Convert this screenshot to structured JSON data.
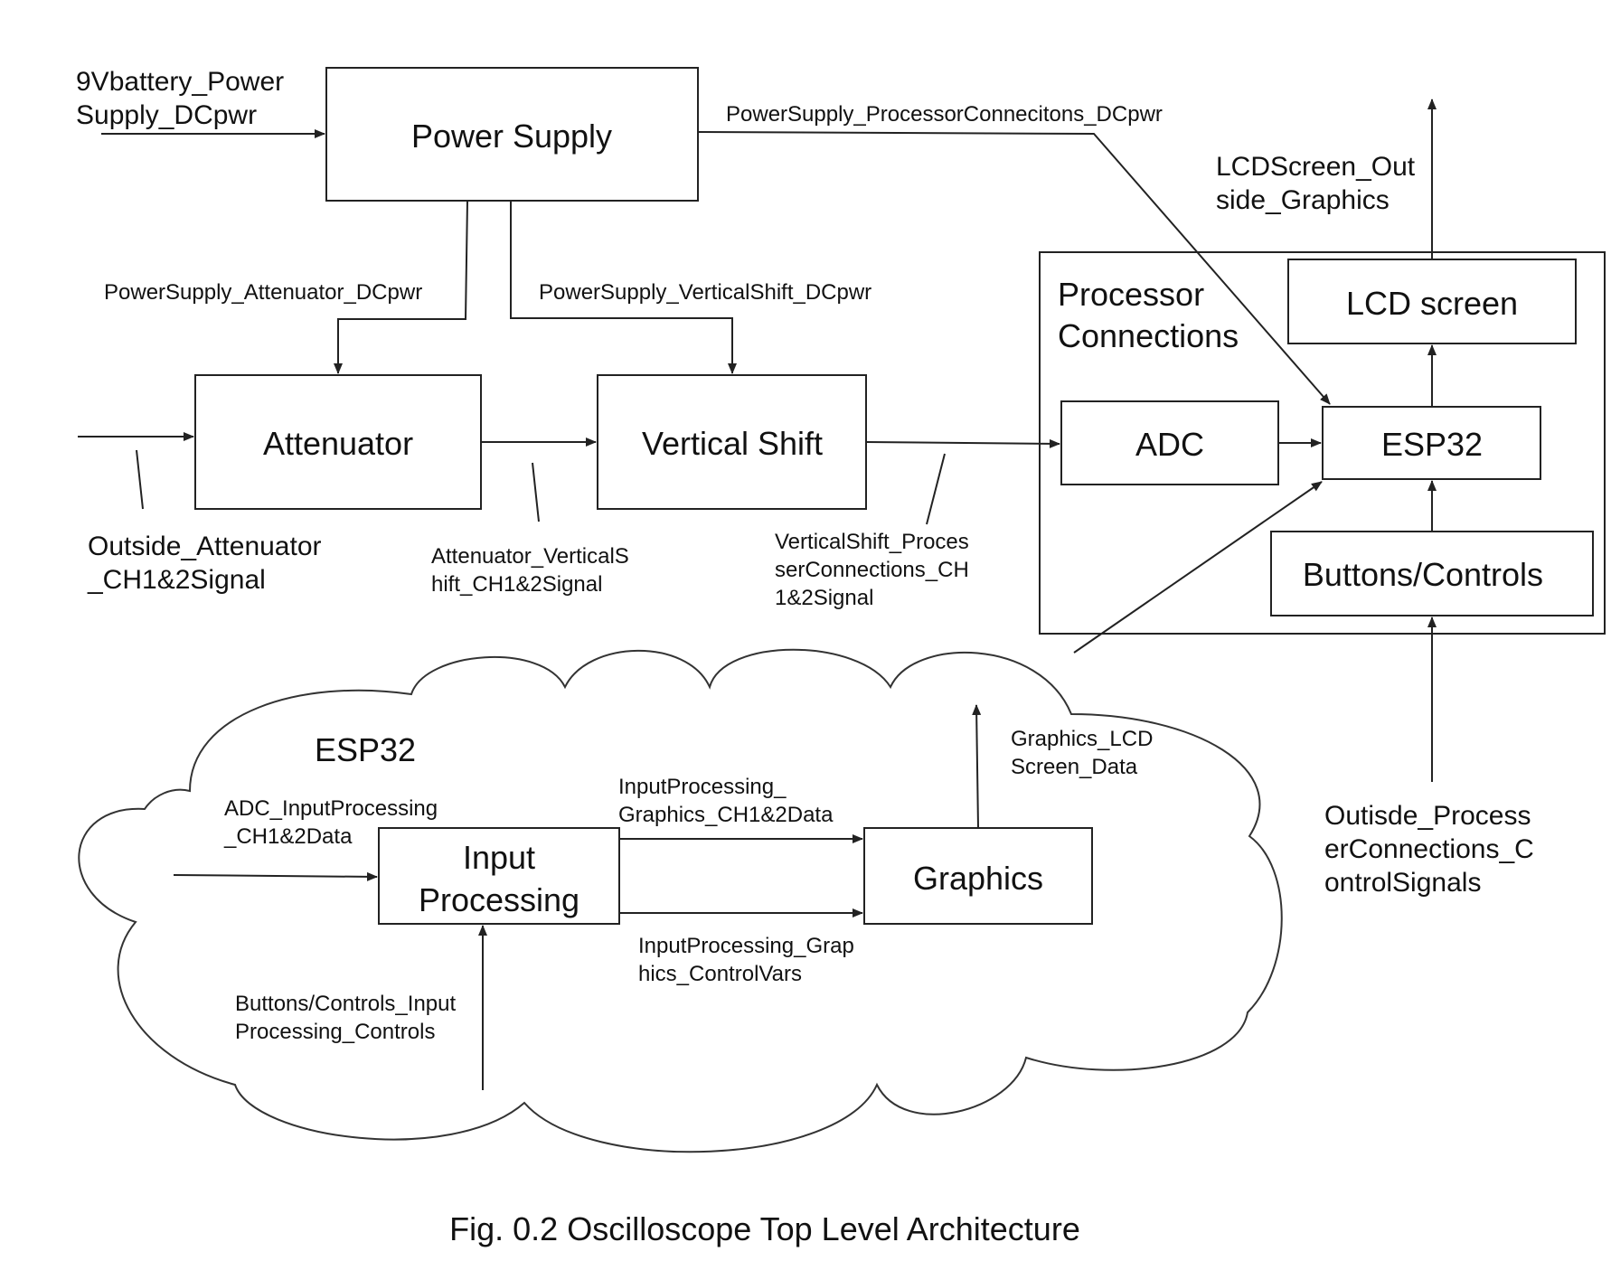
{
  "caption": "Fig. 0.2 Oscilloscope Top Level Architecture",
  "blocks": {
    "power_supply": "Power Supply",
    "attenuator": "Attenuator",
    "vertical_shift": "Vertical Shift",
    "processor_connections_line1": "Processor",
    "processor_connections_line2": "Connections",
    "adc": "ADC",
    "esp32_hw": "ESP32",
    "lcd_screen": "LCD screen",
    "buttons_controls": "Buttons/Controls",
    "esp32_cloud": "ESP32",
    "input_processing_line1": "Input",
    "input_processing_line2": "Processing",
    "graphics": "Graphics"
  },
  "signals": {
    "battery_line1": "9Vbattery_Power",
    "battery_line2": "Supply_DCpwr",
    "ps_processor": "PowerSupply_ProcessorConnecitons_DCpwr",
    "ps_attenuator": "PowerSupply_Attenuator_DCpwr",
    "ps_vshift": "PowerSupply_VerticalShift_DCpwr",
    "lcd_out_line1": "LCDScreen_Out",
    "lcd_out_line2": "side_Graphics",
    "outside_att_line1": "Outside_Attenuator",
    "outside_att_line2": "_CH1&2Signal",
    "att_vs_line1": "Attenuator_VerticalS",
    "att_vs_line2": "hift_CH1&2Signal",
    "vs_proc_line1": "VerticalShift_Proces",
    "vs_proc_line2": "serConnections_CH",
    "vs_proc_line3": "1&2Signal",
    "adc_ip_line1": "ADC_InputProcessing",
    "adc_ip_line2": "_CH1&2Data",
    "ip_gfx_data_line1": "InputProcessing_",
    "ip_gfx_data_line2": "Graphics_CH1&2Data",
    "ip_gfx_ctrl_line1": "InputProcessing_Grap",
    "ip_gfx_ctrl_line2": "hics_ControlVars",
    "gfx_lcd_line1": "Graphics_LCD",
    "gfx_lcd_line2": "Screen_Data",
    "btn_ip_line1": "Buttons/Controls_Input",
    "btn_ip_line2": "Processing_Controls",
    "outside_ctrl_line1": "Outisde_Process",
    "outside_ctrl_line2": "erConnections_C",
    "outside_ctrl_line3": "ontrolSignals"
  }
}
